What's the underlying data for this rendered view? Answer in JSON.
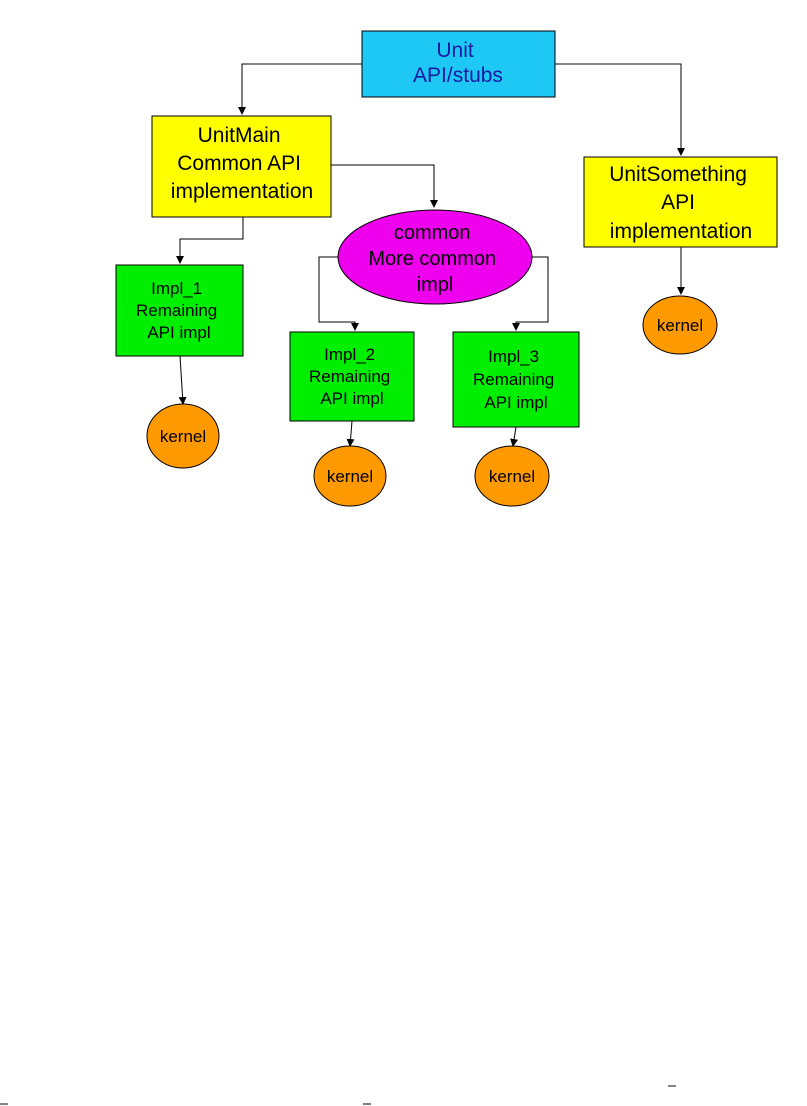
{
  "diagram": {
    "nodes": {
      "unit": {
        "lines": [
          "Unit",
          "API/stubs"
        ],
        "fill": "#1ec8f5"
      },
      "unitmain": {
        "lines": [
          "UnitMain",
          "Common API",
          "implementation"
        ],
        "fill": "#ffff00"
      },
      "unitsomething": {
        "lines": [
          "UnitSomething",
          "API",
          "implementation"
        ],
        "fill": "#ffff00"
      },
      "common": {
        "lines": [
          "common",
          "More common",
          "impl"
        ],
        "fill": "#ee00ee"
      },
      "impl1": {
        "lines": [
          "Impl_1",
          "Remaining",
          "API impl"
        ],
        "fill": "#00ee00"
      },
      "impl2": {
        "lines": [
          "Impl_2",
          "Remaining",
          "API impl"
        ],
        "fill": "#00ee00"
      },
      "impl3": {
        "lines": [
          "Impl_3",
          "Remaining",
          "API impl"
        ],
        "fill": "#00ee00"
      },
      "kernel1": {
        "lines": [
          "kernel"
        ],
        "fill": "#ff9900"
      },
      "kernel2": {
        "lines": [
          "kernel"
        ],
        "fill": "#ff9900"
      },
      "kernel3": {
        "lines": [
          "kernel"
        ],
        "fill": "#ff9900"
      },
      "kernel4": {
        "lines": [
          "kernel"
        ],
        "fill": "#ff9900"
      }
    },
    "edges": [
      [
        "unit",
        "unitmain"
      ],
      [
        "unit",
        "unitsomething"
      ],
      [
        "unitmain",
        "common"
      ],
      [
        "unitmain",
        "impl1"
      ],
      [
        "common",
        "impl2"
      ],
      [
        "common",
        "impl3"
      ],
      [
        "impl1",
        "kernel1"
      ],
      [
        "impl2",
        "kernel2"
      ],
      [
        "impl3",
        "kernel3"
      ],
      [
        "unitsomething",
        "kernel4"
      ]
    ]
  }
}
